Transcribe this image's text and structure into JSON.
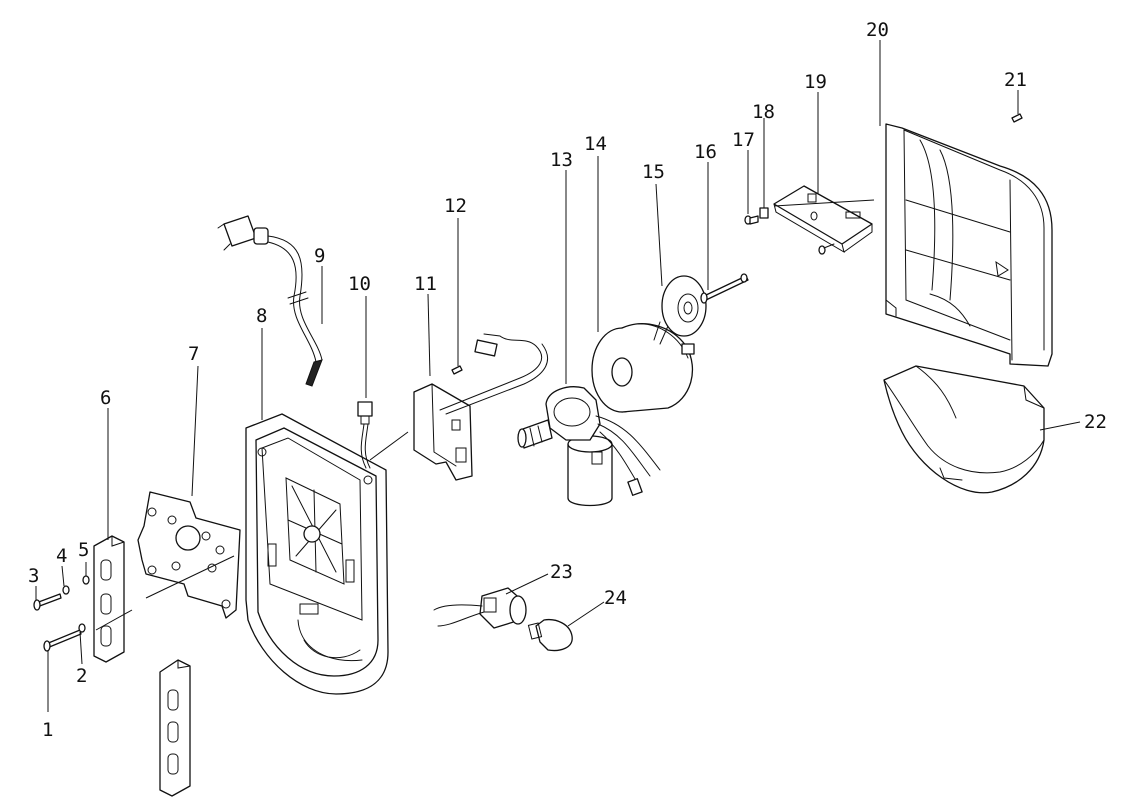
{
  "callouts": [
    {
      "id": "1",
      "text": "1"
    },
    {
      "id": "2",
      "text": "2"
    },
    {
      "id": "3",
      "text": "3"
    },
    {
      "id": "4",
      "text": "4"
    },
    {
      "id": "5",
      "text": "5"
    },
    {
      "id": "6",
      "text": "6"
    },
    {
      "id": "7",
      "text": "7"
    },
    {
      "id": "8",
      "text": "8"
    },
    {
      "id": "9",
      "text": "9"
    },
    {
      "id": "10",
      "text": "10"
    },
    {
      "id": "11",
      "text": "11"
    },
    {
      "id": "12",
      "text": "12"
    },
    {
      "id": "13",
      "text": "13"
    },
    {
      "id": "14",
      "text": "14"
    },
    {
      "id": "15",
      "text": "15"
    },
    {
      "id": "16",
      "text": "16"
    },
    {
      "id": "17",
      "text": "17"
    },
    {
      "id": "18",
      "text": "18"
    },
    {
      "id": "19",
      "text": "19"
    },
    {
      "id": "20",
      "text": "20"
    },
    {
      "id": "21",
      "text": "21"
    },
    {
      "id": "22",
      "text": "22"
    },
    {
      "id": "23",
      "text": "23"
    },
    {
      "id": "24",
      "text": "24"
    }
  ],
  "colors": {
    "line": "#111111",
    "background": "#ffffff"
  }
}
